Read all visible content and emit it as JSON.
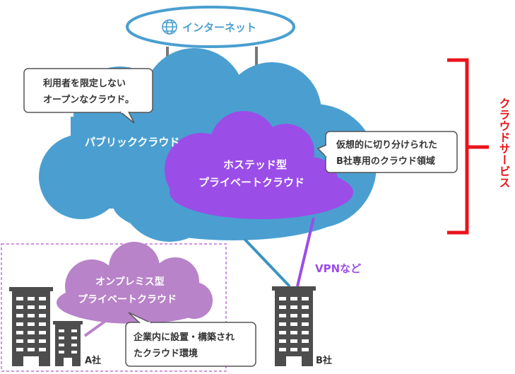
{
  "internet": {
    "label": "インターネット",
    "icon": "globe-icon"
  },
  "callout_public": {
    "line1": "利用者を限定しない",
    "line2": "オープンなクラウド。"
  },
  "public_cloud": {
    "label": "パブリッククラウド"
  },
  "hosted_cloud": {
    "line1": "ホステッド型",
    "line2": "プライベートクラウド"
  },
  "callout_hosted": {
    "line1": "仮想的に切り分けられた",
    "line2": "B社専用のクラウド領域"
  },
  "cloud_service": {
    "label": "クラウドサービス"
  },
  "vpn": {
    "label": "VPNなど"
  },
  "onprem_cloud": {
    "line1": "オンプレミス型",
    "line2": "プライベートクラウド"
  },
  "callout_onprem": {
    "line1": "企業内に設置・構築され",
    "line2": "たクラウド環境"
  },
  "company_a": {
    "label": "A社"
  },
  "company_b": {
    "label": "B社"
  },
  "colors": {
    "public_cloud": "#4a9fd0",
    "hosted_cloud": "#9b4de8",
    "onprem_cloud": "#b883c9",
    "bracket": "#e8141b",
    "building": "#4d4d4d",
    "internet_border": "#4a9fd0"
  }
}
